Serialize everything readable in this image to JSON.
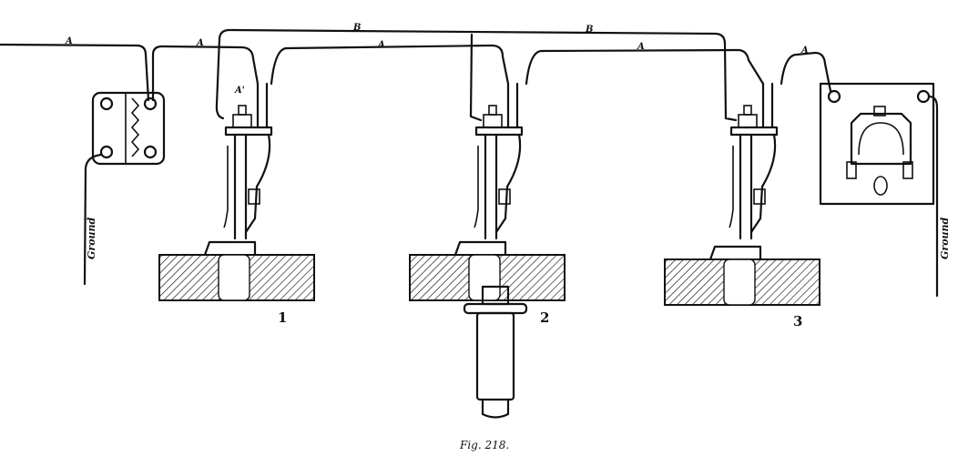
{
  "figure": {
    "caption": "Fig. 218.",
    "wire_labels": {
      "a": "A",
      "b": "B",
      "a_prime": "A'"
    },
    "ground_labels": [
      "Ground",
      "Ground"
    ],
    "jack_numbers": [
      "1",
      "2",
      "3"
    ]
  }
}
